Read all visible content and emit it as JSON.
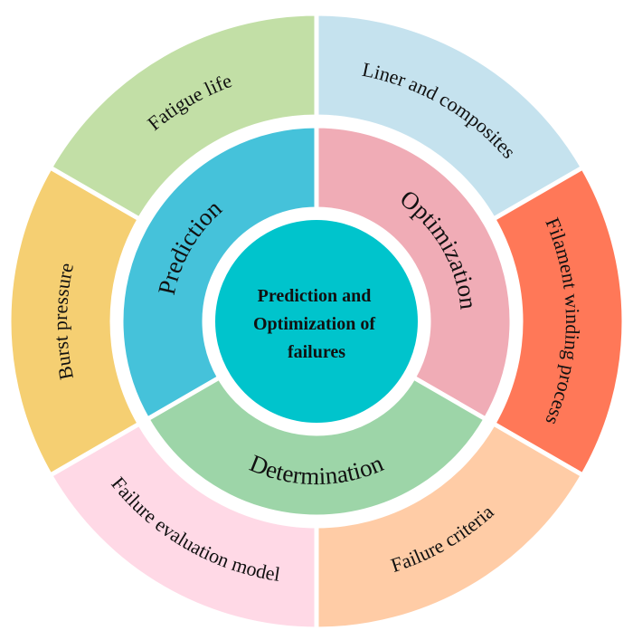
{
  "title": "Prediction and Optimization of failures",
  "center": {
    "lines": [
      "Prediction and",
      "Optimization of",
      "failures"
    ],
    "color": "#00C4CC"
  },
  "middle_ring": [
    {
      "label": "Optimization",
      "start_deg": 0,
      "end_deg": 120,
      "color": "#F0ACB6",
      "flip": false
    },
    {
      "label": "Determination",
      "start_deg": 120,
      "end_deg": 240,
      "color": "#9DD5A8",
      "flip": true
    },
    {
      "label": "Prediction",
      "start_deg": 240,
      "end_deg": 360,
      "color": "#45C2DA",
      "flip": false
    }
  ],
  "outer_ring": [
    {
      "label": "Liner and composites",
      "start_deg": 0,
      "end_deg": 60,
      "color": "#C5E2EE",
      "flip": false
    },
    {
      "label": "Filament winding process",
      "start_deg": 60,
      "end_deg": 120,
      "color": "#FF7858",
      "flip": false
    },
    {
      "label": "Failure criteria",
      "start_deg": 120,
      "end_deg": 180,
      "color": "#FFCCA6",
      "flip": true
    },
    {
      "label": "Failure evaluation model",
      "start_deg": 180,
      "end_deg": 240,
      "color": "#FFD9E6",
      "flip": true
    },
    {
      "label": "Burst pressure",
      "start_deg": 240,
      "end_deg": 300,
      "color": "#F5CF72",
      "flip": false
    },
    {
      "label": "Fatigue life",
      "start_deg": 300,
      "end_deg": 360,
      "color": "#C2DFA6",
      "flip": false
    }
  ]
}
